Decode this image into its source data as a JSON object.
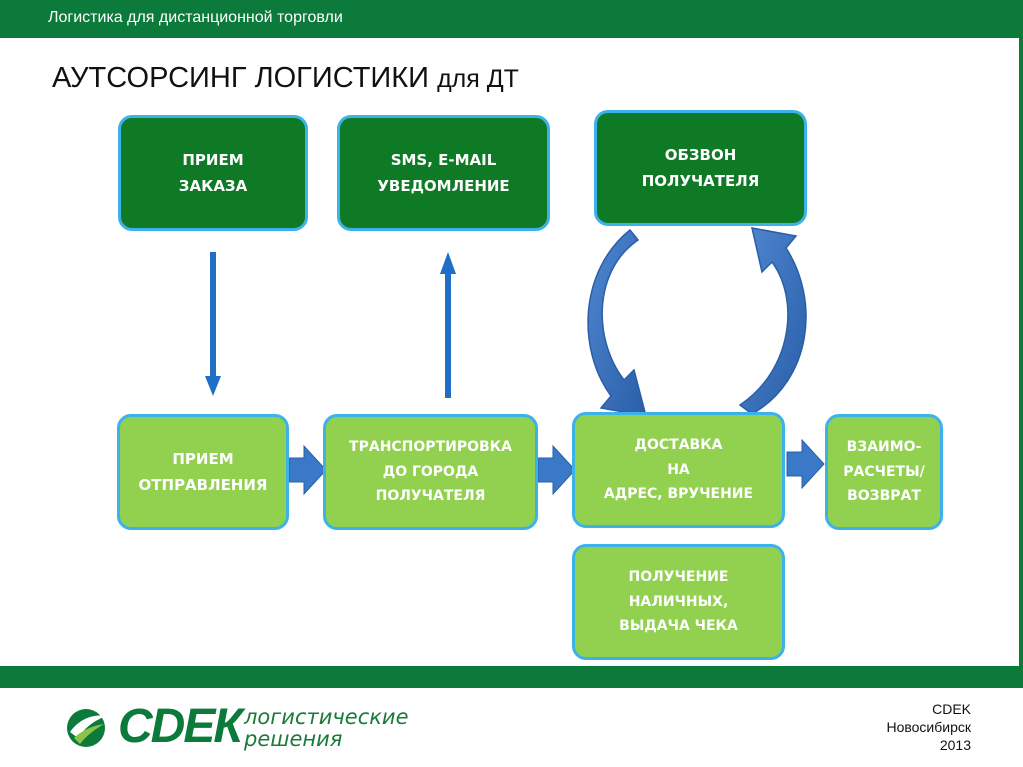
{
  "header": {
    "title": "Логистика для дистанционной торговли"
  },
  "slide": {
    "title_main": "АУТСОРСИНГ ЛОГИСТИКИ",
    "title_suffix": "для ДТ"
  },
  "nodes": {
    "order_receipt": "ПРИЕМ\nЗАКАЗА",
    "notification": "SMS, E-MAIL\nУВЕДОМЛЕНИЕ",
    "call_recipient": "ОБЗВОН\nПОЛУЧАТЕЛЯ",
    "shipment_receipt": "ПРИЕМ\nОТПРАВЛЕНИЯ",
    "transport": "ТРАНСПОРТИРОВКА\nДО ГОРОДА\nПОЛУЧАТЕЛЯ",
    "delivery": "ДОСТАВКА\nНА\nАДРЕС, ВРУЧЕНИЕ",
    "settlement": "ВЗАИМО-\nРАСЧЕТЫ/\nВОЗВРАТ",
    "cash": "ПОЛУЧЕНИЕ\nНАЛИЧНЫХ,\nВЫДАЧА ЧЕКА"
  },
  "footer": {
    "logo_text": "СDЕК",
    "logo_sub": "логистические\nрешения",
    "company": "CDEK",
    "city": "Новосибирск",
    "year": "2013"
  },
  "colors": {
    "green_dark": "#0e7a26",
    "green_light": "#92d050",
    "border_blue": "#3cb3e8",
    "arrow_blue": "#2e75c6",
    "bar_green": "#0b7a3a"
  }
}
